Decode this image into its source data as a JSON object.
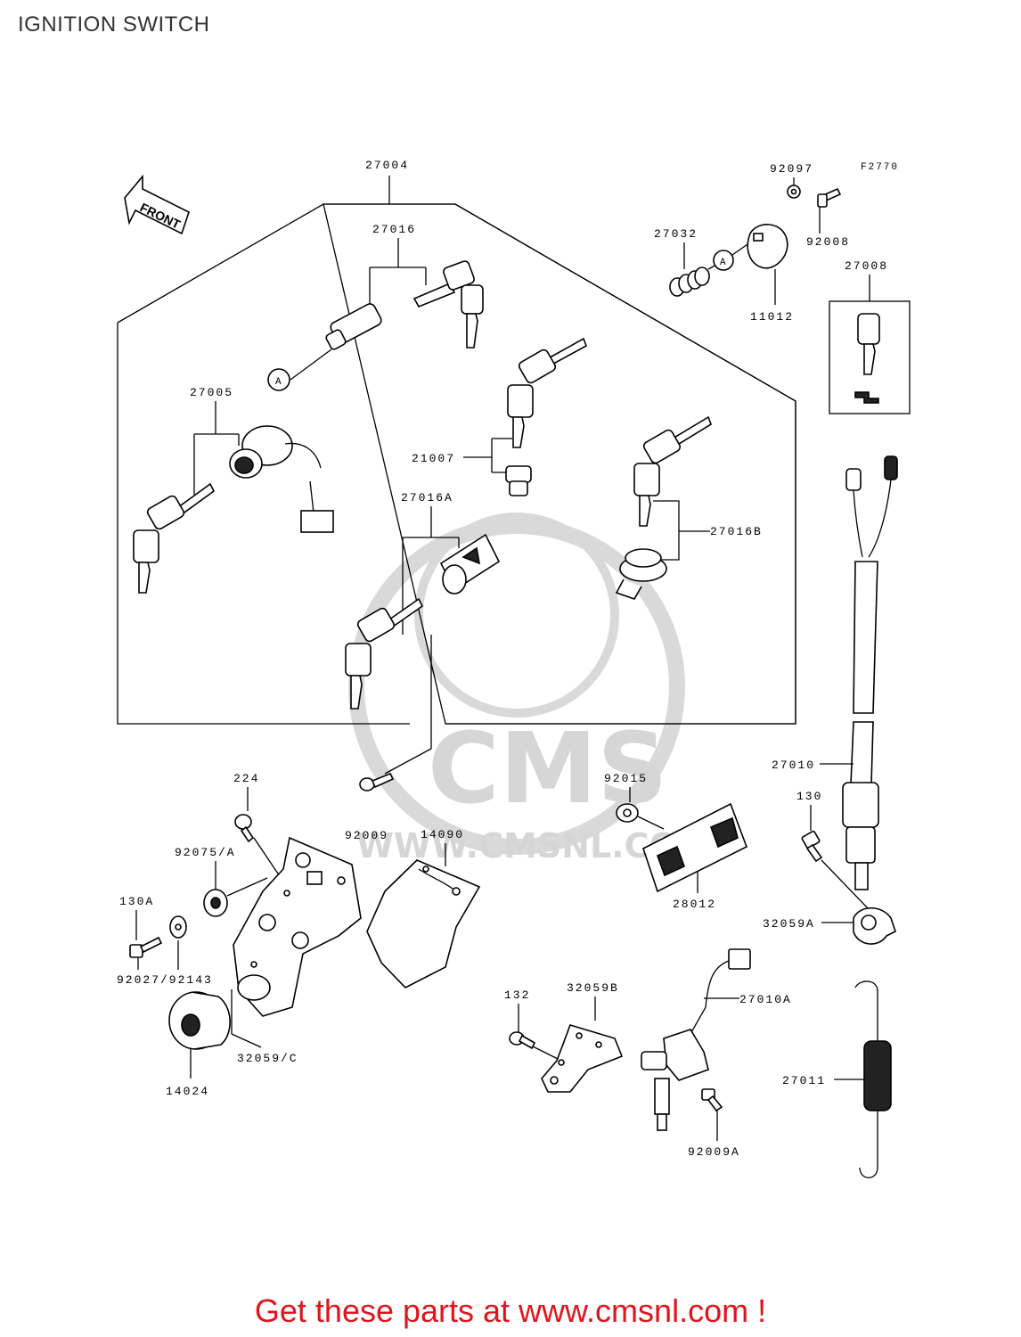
{
  "title": "IGNITION SWITCH",
  "figure_code": "F2770",
  "front_arrow_label": "FRONT",
  "callout_a": "A",
  "watermark": {
    "brand": "CMS",
    "url": "WWW.CMSNL.COM"
  },
  "part_labels": {
    "p27004": "27004",
    "p27016": "27016",
    "p27005": "27005",
    "p21007": "21007",
    "p27016A": "27016A",
    "p27016B": "27016B",
    "p92097": "92097",
    "p27032": "27032",
    "p92008": "92008",
    "p11012": "11012",
    "p27008": "27008",
    "p27010": "27010",
    "p130": "130",
    "p92015": "92015",
    "p28012": "28012",
    "p32059A": "32059A",
    "p27010A": "27010A",
    "p27011": "27011",
    "p92009A": "92009A",
    "p132": "132",
    "p32059B": "32059B",
    "p92009": "92009",
    "p14090": "14090",
    "p224": "224",
    "p92075A": "92075/A",
    "p130A": "130A",
    "p92027": "92027/92143",
    "p32059C": "32059/C",
    "p14024": "14024"
  },
  "footer": "Get these parts at www.cmsnl.com !"
}
